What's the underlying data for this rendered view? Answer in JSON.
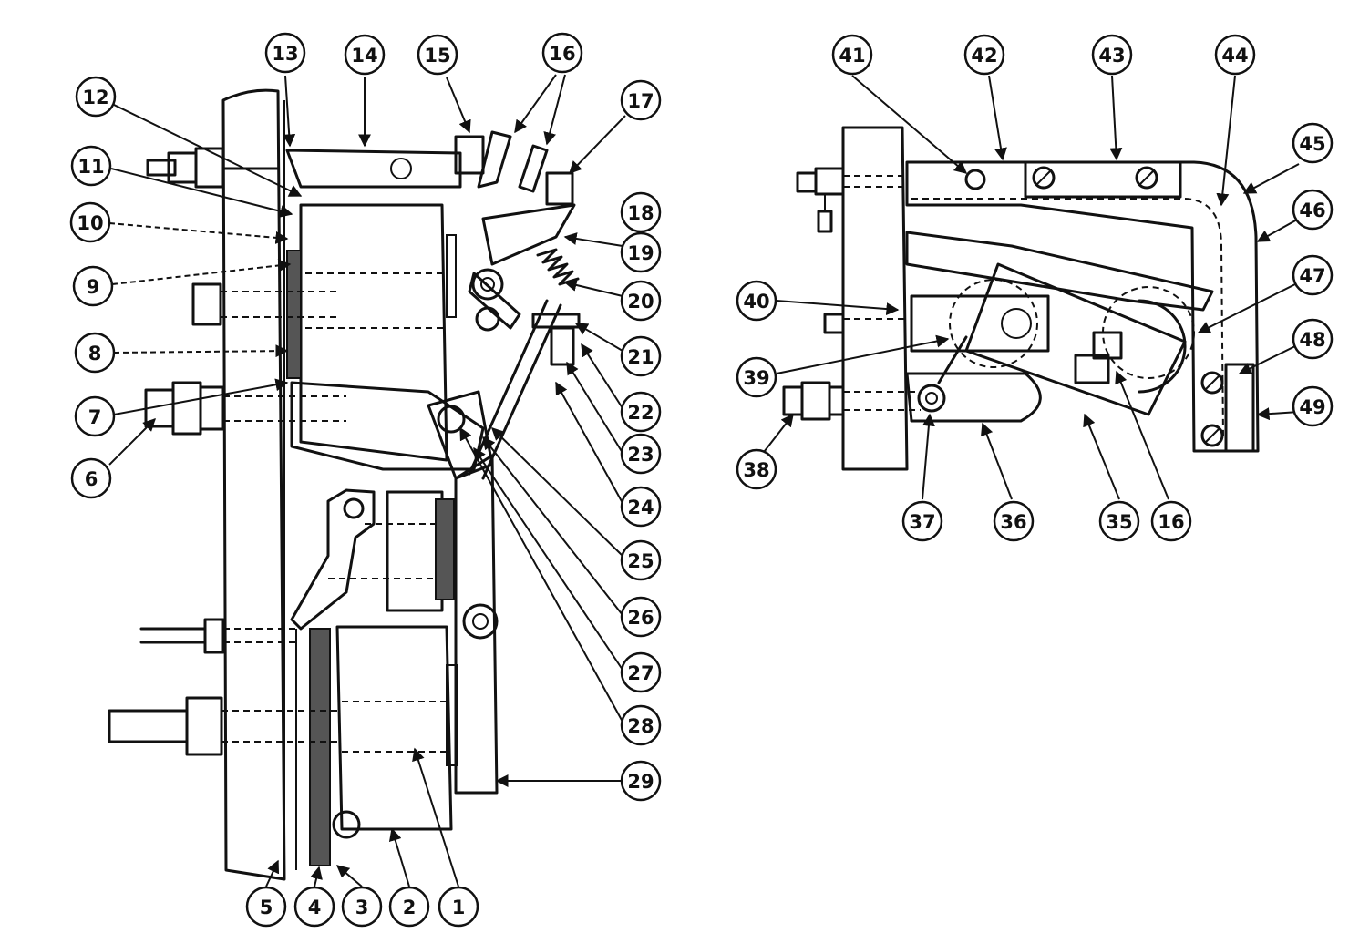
{
  "callouts": [
    "1",
    "2",
    "3",
    "4",
    "5",
    "6",
    "7",
    "8",
    "9",
    "10",
    "11",
    "12",
    "13",
    "14",
    "15",
    "16",
    "16",
    "17",
    "18",
    "19",
    "20",
    "21",
    "22",
    "23",
    "24",
    "25",
    "26",
    "27",
    "28",
    "29",
    "35",
    "16",
    "36",
    "37",
    "38",
    "39",
    "40",
    "41",
    "42",
    "43",
    "44",
    "45",
    "46",
    "47",
    "48",
    "49"
  ],
  "colors": {
    "ink": "#111111",
    "paper": "#ffffff"
  }
}
